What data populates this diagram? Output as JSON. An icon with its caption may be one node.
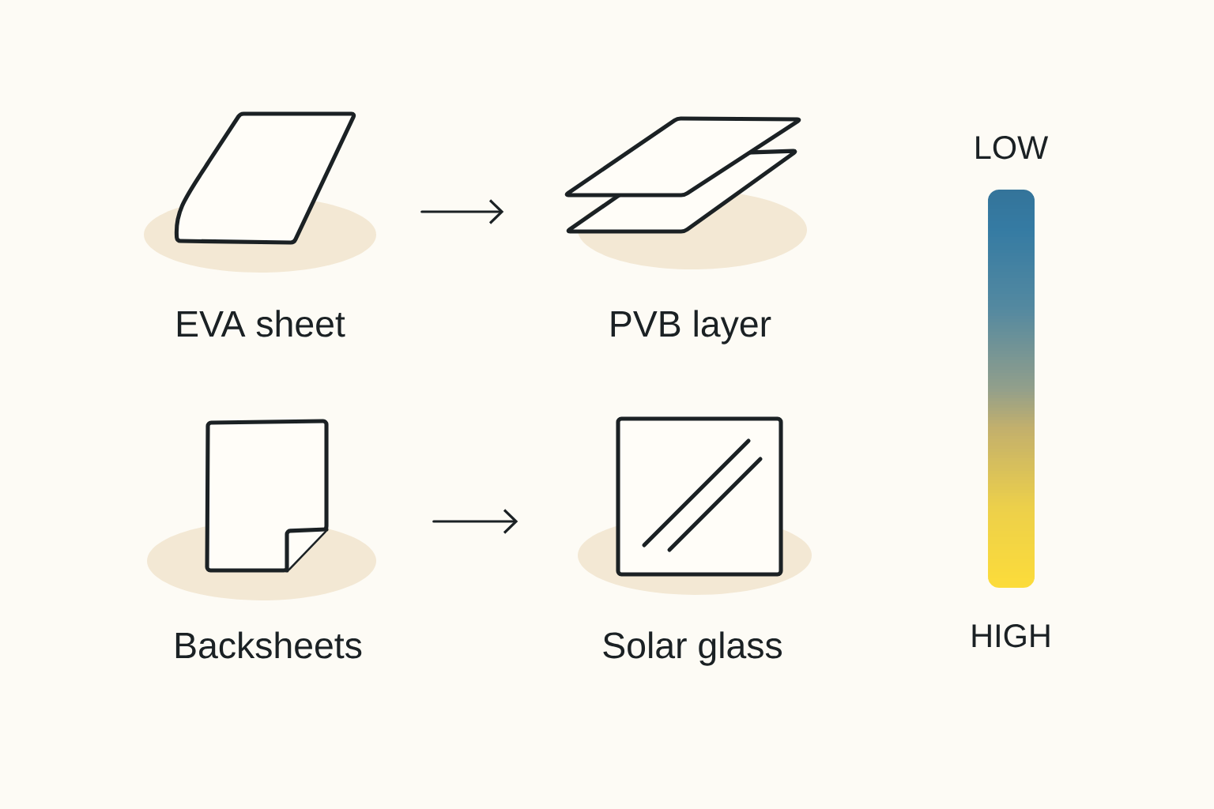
{
  "diagram": {
    "nodes": [
      {
        "text": [
          "EVA sheet"
        ]
      },
      {
        "text": [
          "PVB layer"
        ]
      },
      {
        "text": [
          "Backsheets"
        ]
      },
      {
        "text": [
          "Solar glass"
        ]
      }
    ],
    "edges": [
      {
        "from": 0,
        "to": 1,
        "arrow": "to"
      },
      {
        "from": 2,
        "to": 3,
        "arrow": "to"
      }
    ],
    "labels": [
      "LOW",
      "HIGH"
    ]
  }
}
